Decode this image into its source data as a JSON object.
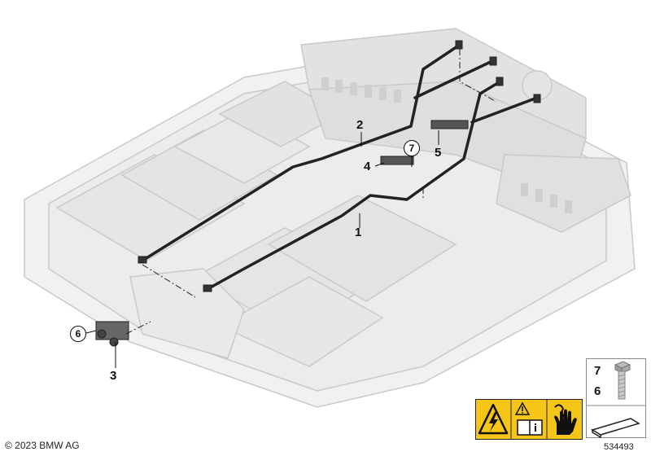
{
  "callouts": {
    "c1": "1",
    "c2": "2",
    "c3": "3",
    "c4": "4",
    "c5": "5",
    "c6": "6",
    "c7": "7"
  },
  "legend": {
    "top": "7",
    "bottom": "6"
  },
  "copyright": "© 2023 BMW AG",
  "reference_number": "534493",
  "warning_label": {
    "icons": [
      "high-voltage-icon",
      "caution-manual-icon",
      "no-touch-hand-icon"
    ],
    "color": "#f5c518"
  },
  "colors": {
    "battery_outline": "#c8c8c8",
    "battery_fill": "#f0f0f0",
    "cable": "#222222",
    "ink": "#111111"
  }
}
